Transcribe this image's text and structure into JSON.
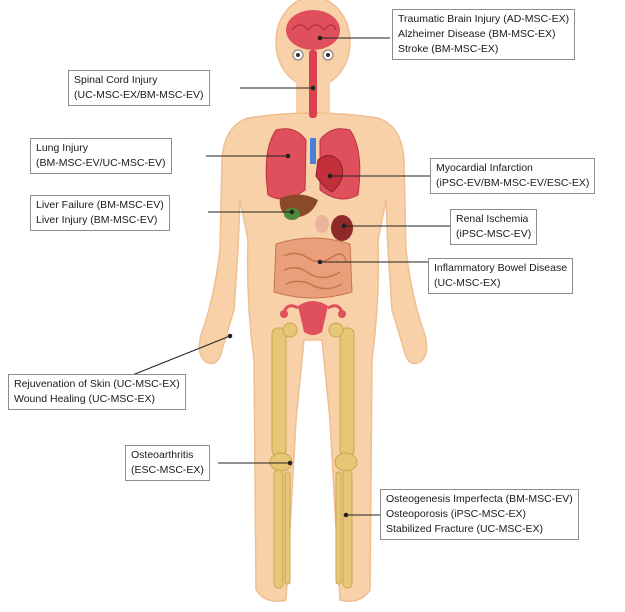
{
  "colors": {
    "skin": "#f8d1a8",
    "skin_outline": "#efbf92",
    "bone": "#e6c776",
    "bone_dark": "#c9a550",
    "organ_red": "#e0505c",
    "organ_dark": "#b8323e",
    "intestine": "#e9a07a",
    "liver": "#8a4a2a",
    "kidney": "#8e2a2a",
    "leader": "#222222"
  },
  "callouts": [
    {
      "id": "brain",
      "lines": [
        "Traumatic Brain Injury (AD-MSC-EX)",
        "Alzheimer Disease (BM-MSC-EX)",
        "Stroke (BM-MSC-EX)"
      ]
    },
    {
      "id": "spinal",
      "lines": [
        "Spinal Cord Injury",
        "(UC-MSC-EX/BM-MSC-EV)"
      ]
    },
    {
      "id": "lung",
      "lines": [
        "Lung Injury",
        "(BM-MSC-EV/UC-MSC-EV)"
      ]
    },
    {
      "id": "heart",
      "lines": [
        "Myocardial Infarction",
        "(iPSC-EV/BM-MSC-EV/ESC-EX)"
      ]
    },
    {
      "id": "liver",
      "lines": [
        "Liver Failure (BM-MSC-EV)",
        "Liver Injury (BM-MSC-EV)"
      ]
    },
    {
      "id": "kidney",
      "lines": [
        "Renal Ischemia",
        "(iPSC-MSC-EV)"
      ]
    },
    {
      "id": "bowel",
      "lines": [
        "Inflammatory Bowel Disease",
        "(UC-MSC-EX)"
      ]
    },
    {
      "id": "skin",
      "lines": [
        "Rejuvenation of Skin (UC-MSC-EX)",
        "Wound Healing (UC-MSC-EX)"
      ]
    },
    {
      "id": "osteoarthritis",
      "lines": [
        "Osteoarthritis",
        "(ESC-MSC-EX)"
      ]
    },
    {
      "id": "bone",
      "lines": [
        "Osteogenesis Imperfecta (BM-MSC-EV)",
        "Osteoporosis (iPSC-MSC-EX)",
        "Stabilized Fracture (UC-MSC-EX)"
      ]
    }
  ]
}
